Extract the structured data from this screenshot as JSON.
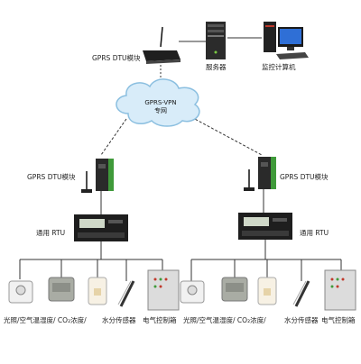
{
  "top": {
    "dtu_label": "GPRS DTU模块",
    "server_label": "服务器",
    "monitor_label": "监控计算机"
  },
  "cloud": {
    "line1": "GPRS-VPN",
    "line2": "专网"
  },
  "left": {
    "dtu_label": "GPRS DTU模块",
    "rtu_label": "通用 RTU",
    "sensors_label": "光照/空气温湿度/ CO₂浓度/",
    "water_label": "水分传感器",
    "cabinet_label": "电气控制箱"
  },
  "right": {
    "dtu_label": "GPRS DTU模块",
    "rtu_label": "通用 RTU",
    "sensors_label": "光照/空气温湿度/ CO₂浓度/",
    "water_label": "水分传感器",
    "cabinet_label": "电气控制箱"
  },
  "colors": {
    "cloud_fill": "#d8ecf9",
    "cloud_stroke": "#8bbfe0",
    "device_dark": "#2a2a2a",
    "dtu_green": "#3f9a3a",
    "cabinet": "#dcdcdc"
  }
}
